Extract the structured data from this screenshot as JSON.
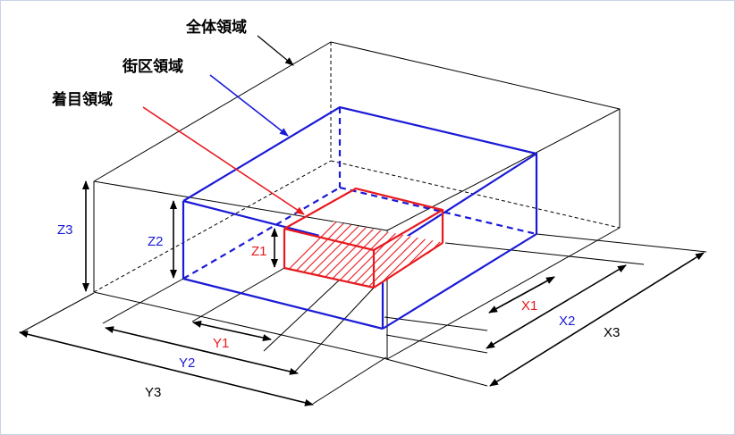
{
  "labels": {
    "whole_region": "全体領域",
    "block_region": "街区領域",
    "focus_region": "着目領域"
  },
  "dimensions": {
    "x1": "X1",
    "x2": "X2",
    "x3": "X3",
    "y1": "Y1",
    "y2": "Y2",
    "y3": "Y3",
    "z1": "Z1",
    "z2": "Z2",
    "z3": "Z3"
  },
  "colors": {
    "whole": "#000000",
    "block": "#1a1ad6",
    "focus": "#e8191e",
    "frame": "#c9d3e6"
  }
}
